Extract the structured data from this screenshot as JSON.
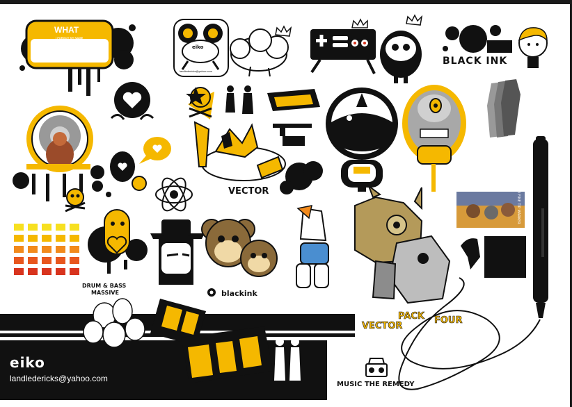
{
  "texts": {
    "name_tag_title": "WHAT",
    "name_tag_subtitle": "I FORGOT MY NAME",
    "badge_logo": "eiko",
    "badge_email": "landledericks@yahoo.com",
    "black_ink_title": "BLACK INK",
    "vector_label": "VECTOR",
    "drum_bass_line1": "DRUM & BASS",
    "drum_bass_line2": "MASSIVE",
    "blackink_logo": "blackink",
    "banner_logo": "eiko",
    "banner_email": "landledericks@yahoo.com",
    "music_label": "MUSIC THE REMEDY",
    "vector_pack_word1": "VECTOR",
    "vector_pack_word2": "PACK",
    "vector_pack_word3": "FOUR",
    "marker_label": "0.8 FINE TIP MARKER"
  },
  "colors": {
    "accent_yellow": "#f5b800",
    "ink_black": "#111111",
    "white": "#ffffff",
    "invader_colors": [
      "#f7e020",
      "#f5b800",
      "#f28a1c",
      "#e8561e",
      "#d8341e"
    ]
  }
}
